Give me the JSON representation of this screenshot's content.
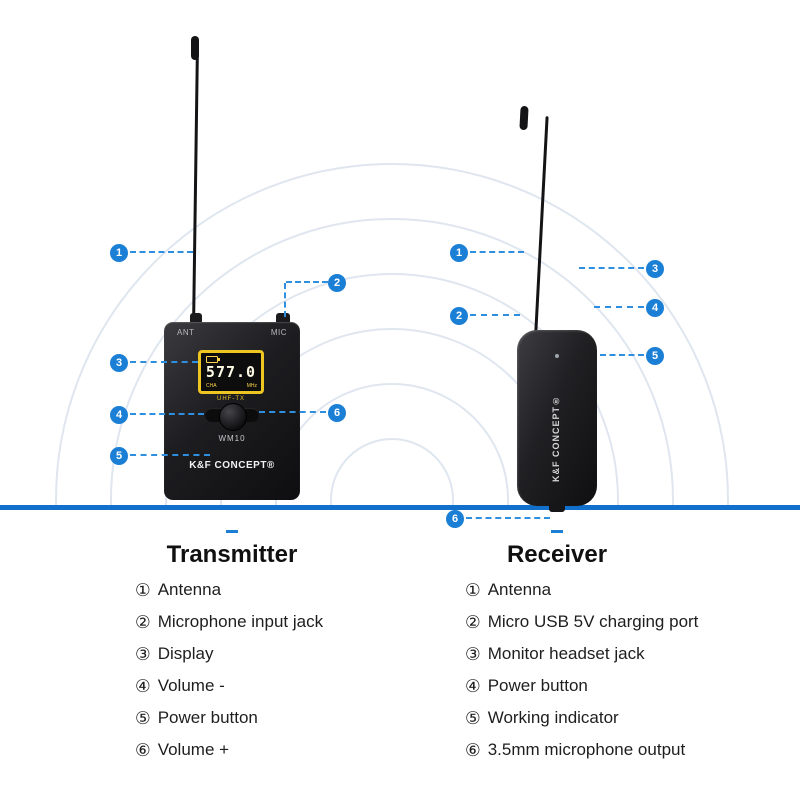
{
  "transmitter": {
    "heading": "Transmitter",
    "labels": {
      "ant": "ANT",
      "mic": "MIC",
      "model": "WM10",
      "brand": "K&F CONCEPT®"
    },
    "display": {
      "freq": "577.0",
      "cha": "CHA",
      "mhz": "MHz",
      "band": "UHF-TX"
    },
    "callouts": [
      "1",
      "2",
      "3",
      "4",
      "5",
      "6"
    ],
    "items": [
      {
        "num": "①",
        "label": "Antenna"
      },
      {
        "num": "②",
        "label": "Microphone input jack"
      },
      {
        "num": "③",
        "label": "Display"
      },
      {
        "num": "④",
        "label": "Volume -"
      },
      {
        "num": "⑤",
        "label": "Power button"
      },
      {
        "num": "⑥",
        "label": "Volume +"
      }
    ]
  },
  "receiver": {
    "heading": "Receiver",
    "labels": {
      "brand": "K&F CONCEPT®"
    },
    "callouts": [
      "1",
      "2",
      "3",
      "4",
      "5",
      "6"
    ],
    "items": [
      {
        "num": "①",
        "label": "Antenna"
      },
      {
        "num": "②",
        "label": "Micro USB 5V charging port"
      },
      {
        "num": "③",
        "label": "Monitor headset jack"
      },
      {
        "num": "④",
        "label": "Power button"
      },
      {
        "num": "⑤",
        "label": "Working indicator"
      },
      {
        "num": "⑥",
        "label": "3.5mm microphone output"
      }
    ]
  },
  "colors": {
    "accent_blue": "#1b7fd6",
    "dash_blue": "#2e8fe0",
    "divider_blue": "#1070cc",
    "display_yellow": "#edc622",
    "device_black": "#1a1a1c",
    "arc_gray": "#d9e1ea"
  }
}
